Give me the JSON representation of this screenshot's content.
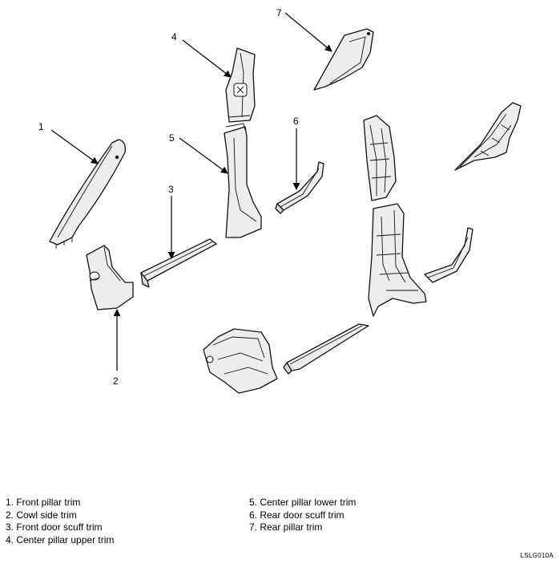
{
  "callouts": {
    "n1": "1",
    "n2": "2",
    "n3": "3",
    "n4": "4",
    "n5": "5",
    "n6": "6",
    "n7": "7"
  },
  "legend": {
    "left": [
      "1. Front pillar trim",
      "2. Cowl side trim",
      "3. Front door scuff trim",
      "4. Center pillar upper trim"
    ],
    "right": [
      "5. Center pillar lower trim",
      "6. Rear door scuff trim",
      "7. Rear pillar trim"
    ]
  },
  "figure_code": "LSLG010A"
}
